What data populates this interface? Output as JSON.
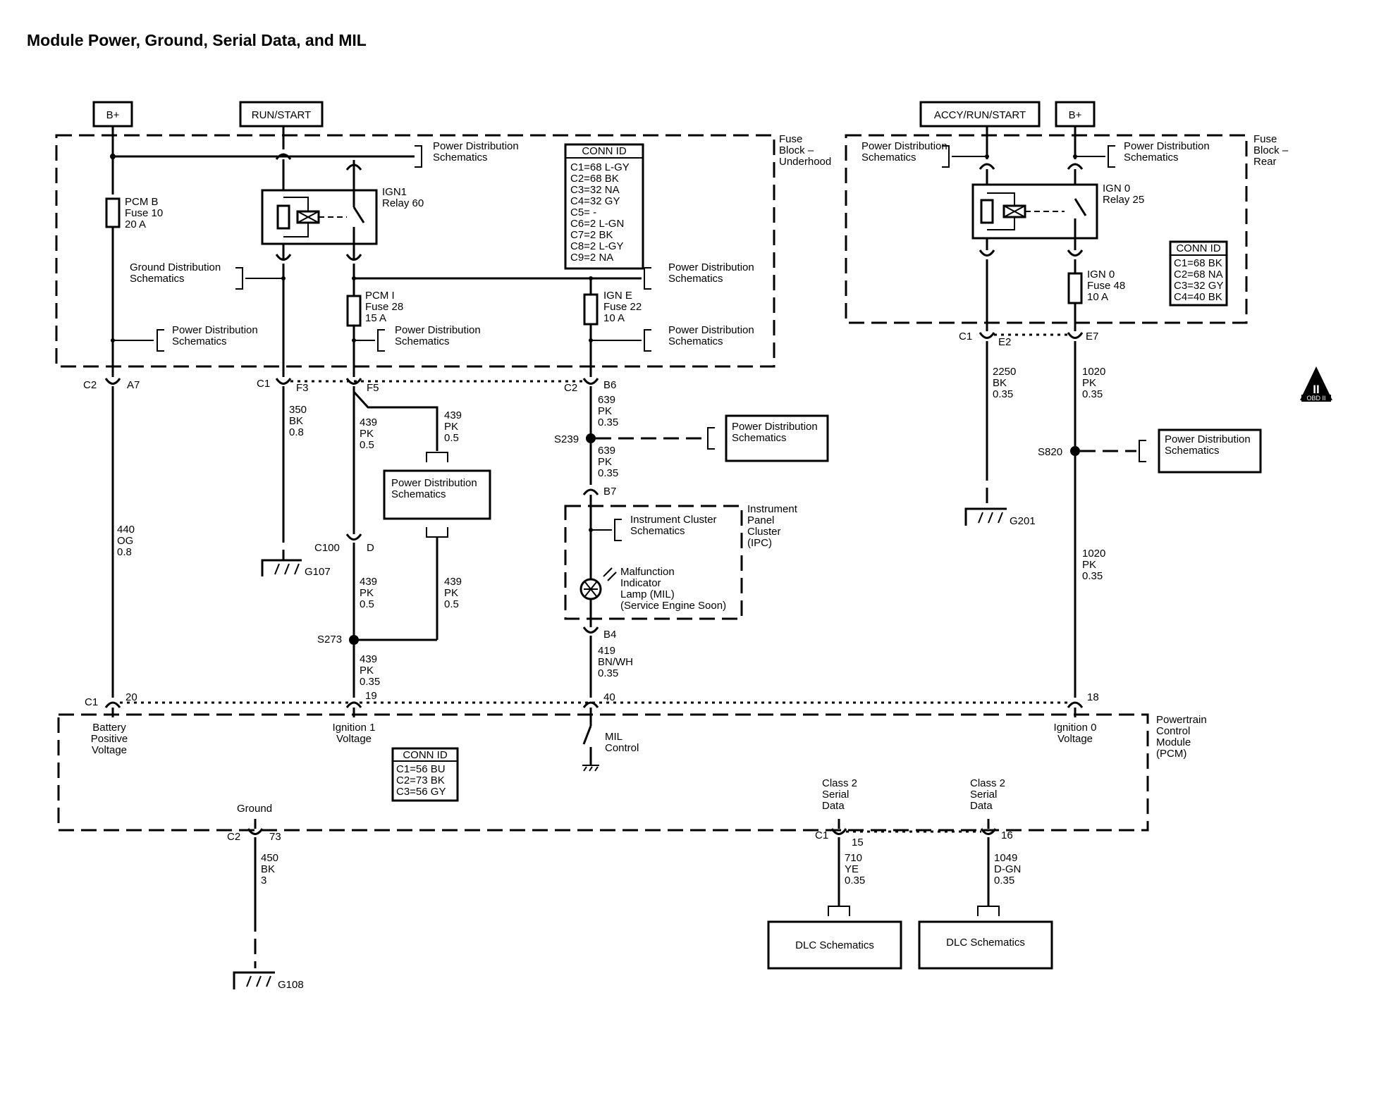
{
  "title": "Module Power, Ground, Serial Data, and MIL",
  "top_sources": {
    "bplus_left": "B+",
    "run_start": "RUN/START",
    "accy_run_start": "ACCY/RUN/START",
    "bplus_right": "B+"
  },
  "fuse_block_underhood": {
    "label": [
      "Fuse",
      "Block –",
      "Underhood"
    ],
    "relay": [
      "IGN1",
      "Relay 60"
    ],
    "fuse_pcm_b": [
      "PCM B",
      "Fuse 10",
      "20 A"
    ],
    "fuse_pcm_i": [
      "PCM I",
      "Fuse 28",
      "15 A"
    ],
    "fuse_ign_e": [
      "IGN E",
      "Fuse 22",
      "10 A"
    ],
    "conn_id_title": "CONN ID",
    "conn_id_rows": [
      "C1=68 L-GY",
      "C2=68 BK",
      "C3=32 NA",
      "C4=32 GY",
      "C5= -",
      "C6=2 L-GN",
      "C7=2 BK",
      "C8=2 L-GY",
      "C9=2 NA"
    ]
  },
  "fuse_block_rear": {
    "label": [
      "Fuse",
      "Block –",
      "Rear"
    ],
    "relay": [
      "IGN 0",
      "Relay 25"
    ],
    "fuse_ign_0": [
      "IGN 0",
      "Fuse 48",
      "10 A"
    ],
    "conn_id_title": "CONN ID",
    "conn_id_rows": [
      "C1=68 BK",
      "C2=68 NA",
      "C3=32 GY",
      "C4=40 BK"
    ]
  },
  "schematic_refs": {
    "power_distribution": [
      "Power Distribution",
      "Schematics"
    ],
    "ground_distribution": [
      "Ground Distribution",
      "Schematics"
    ],
    "instrument_cluster": [
      "Instrument  Cluster",
      "Schematics"
    ],
    "dlc": "DLC Schematics"
  },
  "connectors": {
    "c2": "C2",
    "a7": "A7",
    "c1": "C1",
    "f3": "F3",
    "f5": "F5",
    "b6": "B6",
    "e2": "E2",
    "e7": "E7",
    "b7": "B7",
    "b4": "B4",
    "c100": "C100",
    "d": "D",
    "p20": "20",
    "p19": "19",
    "p40": "40",
    "p18": "18",
    "p73": "73",
    "p15": "15",
    "p16": "16"
  },
  "splices": {
    "s239": "S239",
    "s820": "S820",
    "s273": "S273"
  },
  "grounds": {
    "g107": "G107",
    "g201": "G201",
    "g108": "G108"
  },
  "wires": {
    "w440": [
      "440",
      "OG",
      "0.8"
    ],
    "w350": [
      "350",
      "BK",
      "0.8"
    ],
    "w439a": [
      "439",
      "PK",
      "0.5"
    ],
    "w439b": [
      "439",
      "PK",
      "0.5"
    ],
    "w439c": [
      "439",
      "PK",
      "0.5"
    ],
    "w439d": [
      "439",
      "PK",
      "0.5"
    ],
    "w439e": [
      "439",
      "PK",
      "0.35"
    ],
    "w639a": [
      "639",
      "PK",
      "0.35"
    ],
    "w639b": [
      "639",
      "PK",
      "0.35"
    ],
    "w419": [
      "419",
      "BN/WH",
      "0.35"
    ],
    "w2250": [
      "2250",
      "BK",
      "0.35"
    ],
    "w1020a": [
      "1020",
      "PK",
      "0.35"
    ],
    "w1020b": [
      "1020",
      "PK",
      "0.35"
    ],
    "w450": [
      "450",
      "BK",
      "3"
    ],
    "w710": [
      "710",
      "YE",
      "0.35"
    ],
    "w1049": [
      "1049",
      "D-GN",
      "0.35"
    ]
  },
  "ipc": {
    "label": [
      "Instrument",
      "Panel",
      "Cluster",
      "(IPC)"
    ],
    "lamp": [
      "Malfunction",
      "Indicator",
      "Lamp (MIL)",
      "(Service Engine Soon)"
    ]
  },
  "pcm": {
    "label": [
      "Powertrain",
      "Control",
      "Module",
      "(PCM)"
    ],
    "battery": [
      "Battery",
      "Positive",
      "Voltage"
    ],
    "ign1": [
      "Ignition 1",
      "Voltage"
    ],
    "mil": [
      "MIL",
      "Control"
    ],
    "ign0": [
      "Ignition 0",
      "Voltage"
    ],
    "ground": "Ground",
    "class2a": [
      "Class 2",
      "Serial",
      "Data"
    ],
    "class2b": [
      "Class 2",
      "Serial",
      "Data"
    ],
    "conn_id_title": "CONN ID",
    "conn_id_rows": [
      "C1=56 BU",
      "C2=73 BK",
      "C3=56 GY"
    ]
  },
  "obd_badge": {
    "symbol": "II",
    "text": "OBD II"
  }
}
